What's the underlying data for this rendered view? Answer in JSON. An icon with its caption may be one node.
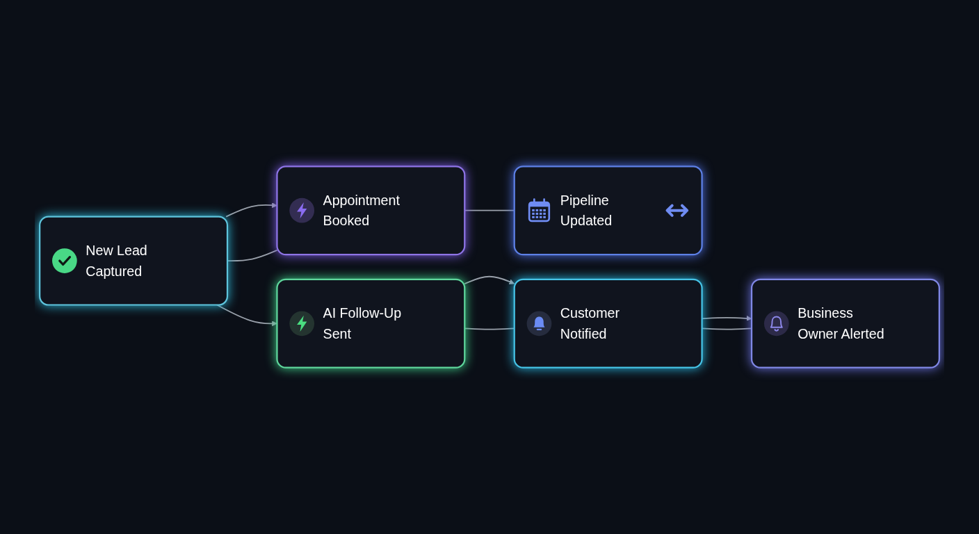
{
  "diagram": {
    "nodes": [
      {
        "text": [
          "New Lead Captured"
        ]
      },
      {
        "text": [
          "Appointment Booked"
        ]
      },
      {
        "text": [
          "AI Follow-Up Sent"
        ]
      },
      {
        "text": [
          "Pipeline Updated"
        ]
      },
      {
        "text": [
          "Customer Notified"
        ]
      },
      {
        "text": [
          "Business Owner Alerted"
        ]
      }
    ],
    "edges": [
      {
        "from": 0,
        "to": 1,
        "arrow": "to"
      },
      {
        "from": 0,
        "to": 1,
        "arrow": "none"
      },
      {
        "from": 0,
        "to": 2,
        "arrow": "to"
      },
      {
        "from": 1,
        "to": 3,
        "arrow": "none"
      },
      {
        "from": 2,
        "to": 4,
        "arrow": "to"
      },
      {
        "from": 2,
        "to": 4,
        "arrow": "none"
      },
      {
        "from": 4,
        "to": 5,
        "arrow": "to"
      },
      {
        "from": 4,
        "to": 5,
        "arrow": "none"
      }
    ]
  }
}
